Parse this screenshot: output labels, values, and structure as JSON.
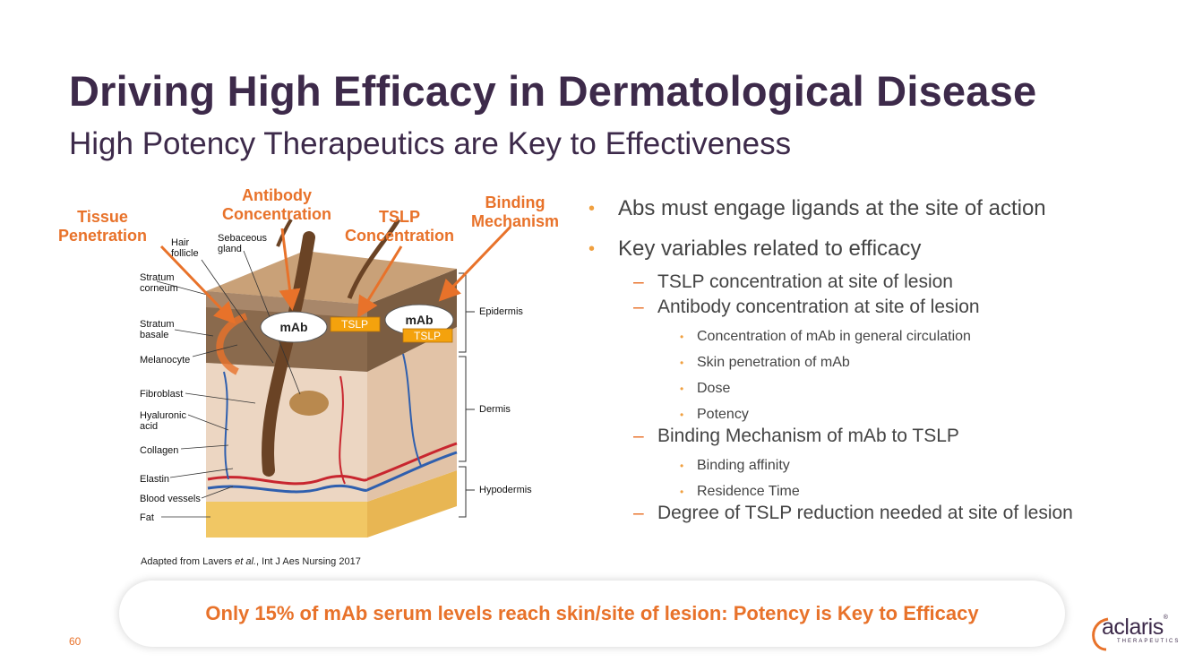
{
  "header": {
    "title": "Driving High Efficacy in Dermatological Disease",
    "subtitle": "High Potency Therapeutics are Key to Effectiveness"
  },
  "diagram": {
    "factor_labels": {
      "tissue_penetration": "Tissue\nPenetration",
      "antibody_concentration": "Antibody\nConcentration",
      "tslp_concentration": "TSLP\nConcentration",
      "binding_mechanism": "Binding\nMechanism"
    },
    "anatomy_left": {
      "hair_follicle": "Hair\nfollicle",
      "sebaceous_gland": "Sebaceous\ngland",
      "stratum_corneum": "Stratum\ncorneum",
      "stratum_basale": "Stratum\nbasale",
      "melanocyte": "Melanocyte",
      "fibroblast": "Fibroblast",
      "hyaluronic_acid": "Hyaluronic\nacid",
      "collagen": "Collagen",
      "elastin": "Elastin",
      "blood_vessels": "Blood vessels",
      "fat": "Fat"
    },
    "layers": {
      "epidermis": "Epidermis",
      "dermis": "Dermis",
      "hypodermis": "Hypodermis"
    },
    "molecules": {
      "mab_1": "mAb",
      "tslp_1": "TSLP",
      "mab_2": "mAb",
      "tslp_2": "TSLP"
    },
    "caption_prefix": "Adapted from Lavers ",
    "caption_italic": "et al.",
    "caption_suffix": ", Int J Aes Nursing 2017"
  },
  "bullets": {
    "b1": "Abs must engage ligands at the site of action",
    "b2": "Key variables related to efficacy",
    "b2_1": "TSLP concentration at site of lesion",
    "b2_2": "Antibody concentration at site of lesion",
    "b2_2_1": "Concentration of mAb in general circulation",
    "b2_2_2": "Skin penetration of mAb",
    "b2_2_3": "Dose",
    "b2_2_4": "Potency",
    "b2_3": "Binding Mechanism of mAb to TSLP",
    "b2_3_1": "Binding affinity",
    "b2_3_2": "Residence Time",
    "b2_4": "Degree of TSLP reduction needed at site of lesion",
    "marker_main": "•",
    "marker_dash": "–",
    "marker_small": "•"
  },
  "callout": {
    "text": "Only 15% of mAb serum levels reach skin/site of lesion: Potency is Key to Efficacy"
  },
  "footer": {
    "page_number": "60",
    "logo_text": "aclaris",
    "logo_registered": "®",
    "logo_subtext": "THERAPEUTICS"
  },
  "colors": {
    "title": "#3d2a4a",
    "accent_orange": "#e8722a",
    "bullet_orange": "#f0a040",
    "tslp_box": "#f4a20d"
  }
}
